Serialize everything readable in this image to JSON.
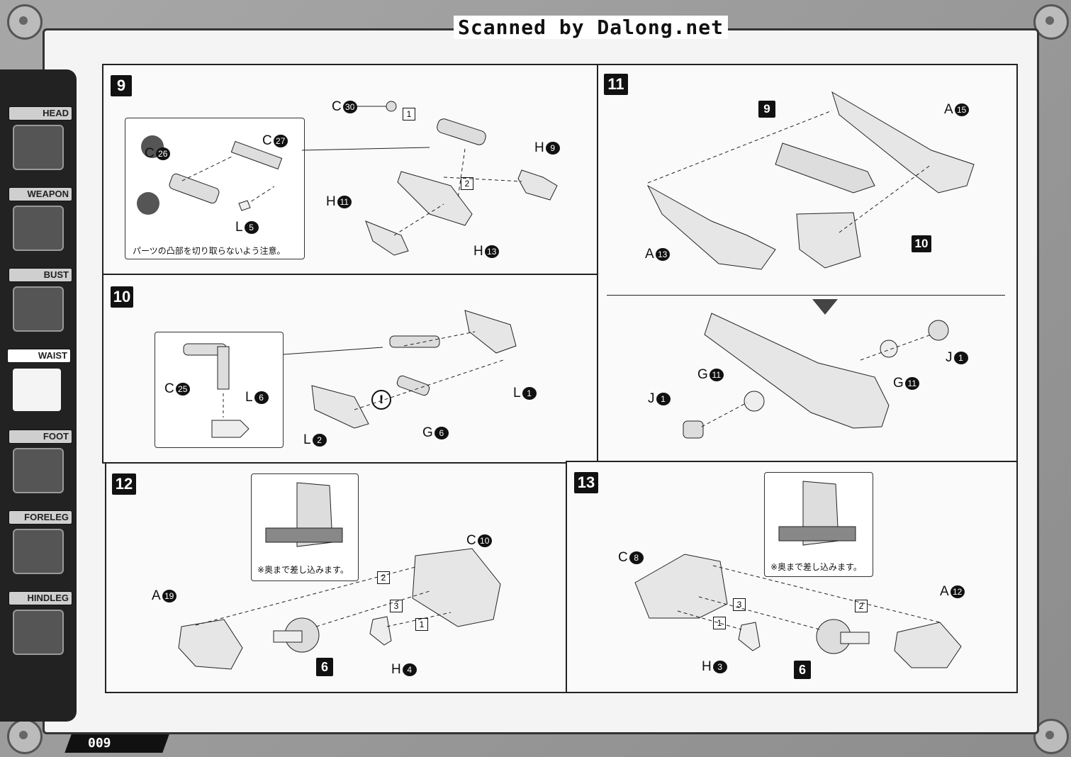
{
  "header": {
    "watermark": "Scanned by Dalong.net"
  },
  "sidebar": {
    "items": [
      {
        "label": "HEAD",
        "active": false
      },
      {
        "label": "WEAPON",
        "active": false
      },
      {
        "label": "BUST",
        "active": false
      },
      {
        "label": "WAIST",
        "active": true
      },
      {
        "label": "FOOT",
        "active": false
      },
      {
        "label": "FORELEG",
        "active": false
      },
      {
        "label": "HINDLEG",
        "active": false
      }
    ]
  },
  "steps": {
    "s9": {
      "num": "9",
      "note": "パーツの凸部を切り取らないよう注意。",
      "callouts": [
        {
          "l": "C",
          "n": "30"
        },
        {
          "l": "C",
          "n": "26"
        },
        {
          "l": "C",
          "n": "27"
        },
        {
          "l": "L",
          "n": "5"
        },
        {
          "l": "H",
          "n": "9"
        },
        {
          "l": "H",
          "n": "11"
        },
        {
          "l": "H",
          "n": "13"
        }
      ],
      "order": [
        "1",
        "2"
      ]
    },
    "s10": {
      "num": "10",
      "callouts": [
        {
          "l": "C",
          "n": "25"
        },
        {
          "l": "L",
          "n": "6"
        },
        {
          "l": "L",
          "n": "1"
        },
        {
          "l": "L",
          "n": "2"
        },
        {
          "l": "G",
          "n": "6"
        }
      ]
    },
    "s11": {
      "num": "11",
      "refs": [
        "9",
        "10"
      ],
      "callouts": [
        {
          "l": "A",
          "n": "15"
        },
        {
          "l": "A",
          "n": "13"
        },
        {
          "l": "J",
          "n": "1"
        },
        {
          "l": "G",
          "n": "11"
        },
        {
          "l": "G",
          "n": "11"
        },
        {
          "l": "J",
          "n": "1"
        }
      ]
    },
    "s12": {
      "num": "12",
      "note": "※奥まで差し込みます。",
      "ref": "6",
      "callouts": [
        {
          "l": "C",
          "n": "10"
        },
        {
          "l": "A",
          "n": "19"
        },
        {
          "l": "H",
          "n": "4"
        }
      ],
      "order": [
        "2",
        "3",
        "1"
      ]
    },
    "s13": {
      "num": "13",
      "note": "※奥まで差し込みます。",
      "ref": "6",
      "callouts": [
        {
          "l": "C",
          "n": "8"
        },
        {
          "l": "A",
          "n": "12"
        },
        {
          "l": "H",
          "n": "3"
        }
      ],
      "order": [
        "3",
        "2",
        "1"
      ]
    }
  },
  "footer": {
    "page": "009"
  }
}
